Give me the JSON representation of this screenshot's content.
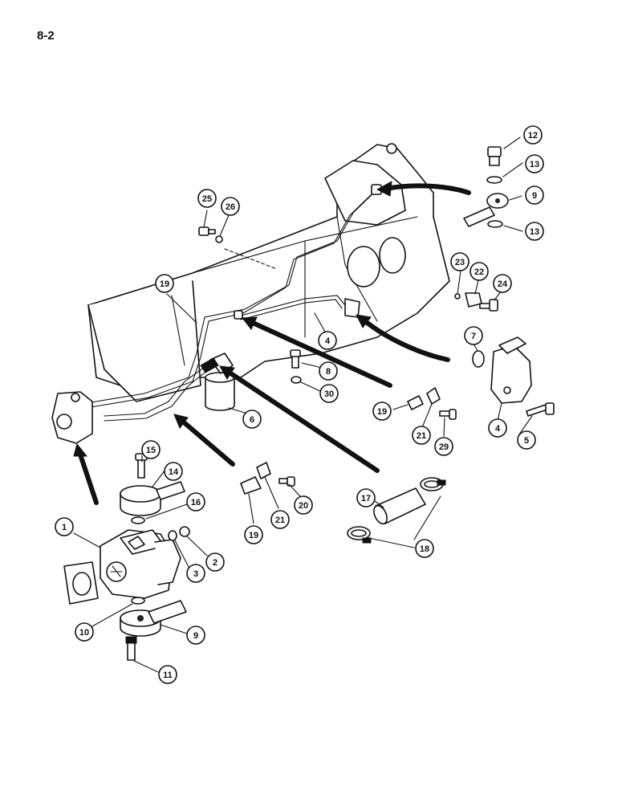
{
  "page_number": "8-2",
  "callouts": [
    {
      "label": "1"
    },
    {
      "label": "2"
    },
    {
      "label": "3"
    },
    {
      "label": "4"
    },
    {
      "label": "4"
    },
    {
      "label": "5"
    },
    {
      "label": "6"
    },
    {
      "label": "7"
    },
    {
      "label": "8"
    },
    {
      "label": "9"
    },
    {
      "label": "9"
    },
    {
      "label": "10"
    },
    {
      "label": "11"
    },
    {
      "label": "12"
    },
    {
      "label": "13"
    },
    {
      "label": "13"
    },
    {
      "label": "14"
    },
    {
      "label": "15"
    },
    {
      "label": "16"
    },
    {
      "label": "17"
    },
    {
      "label": "18"
    },
    {
      "label": "19"
    },
    {
      "label": "19"
    },
    {
      "label": "19"
    },
    {
      "label": "20"
    },
    {
      "label": "21"
    },
    {
      "label": "21"
    },
    {
      "label": "22"
    },
    {
      "label": "23"
    },
    {
      "label": "24"
    },
    {
      "label": "25"
    },
    {
      "label": "26"
    },
    {
      "label": "29"
    },
    {
      "label": "30"
    }
  ]
}
